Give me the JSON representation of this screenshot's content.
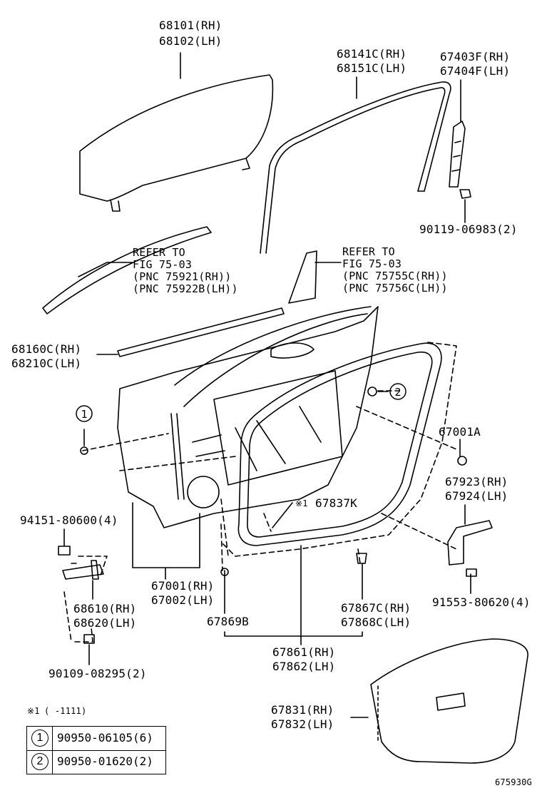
{
  "labels": {
    "p68101": "68101(RH)",
    "p68102": "68102(LH)",
    "p68141c": "68141C(RH)",
    "p68151c": "68151C(LH)",
    "p67403f": "67403F(RH)",
    "p67404f": "67404F(LH)",
    "p90119": "90119-06983(2)",
    "refer1_a": "REFER TO",
    "refer1_b": "FIG 75-03",
    "refer1_c": "(PNC 75921(RH))",
    "refer1_d": "(PNC 75922B(LH))",
    "refer2_a": "REFER TO",
    "refer2_b": "FIG 75-03",
    "refer2_c": "(PNC 75755C(RH))",
    "refer2_d": "(PNC 75756C(LH))",
    "p68160c": "68160C(RH)",
    "p68210c": "68210C(LH)",
    "circle1": "1",
    "circle2": "2",
    "p67001a": "67001A",
    "p67923": "67923(RH)",
    "p67924": "67924(LH)",
    "p67837k_mark": "※1",
    "p67837k": "67837K",
    "p94151": "94151-80600(4)",
    "p67001": "67001(RH)",
    "p67002": "67002(LH)",
    "p68610": "68610(RH)",
    "p68620": "68620(LH)",
    "p67869b": "67869B",
    "p67867c": "67867C(RH)",
    "p67868c": "67868C(LH)",
    "p91553": "91553-80620(4)",
    "p90109": "90109-08295(2)",
    "p67861": "67861(RH)",
    "p67862": "67862(LH)",
    "p67831": "67831(RH)",
    "p67832": "67832(LH)",
    "note_mark": "※1",
    "note_text": "(    -1111)",
    "figure_id": "675930G"
  },
  "legend": [
    {
      "key": "1",
      "value": "90950-06105(6)"
    },
    {
      "key": "2",
      "value": "90950-01620(2)"
    }
  ]
}
